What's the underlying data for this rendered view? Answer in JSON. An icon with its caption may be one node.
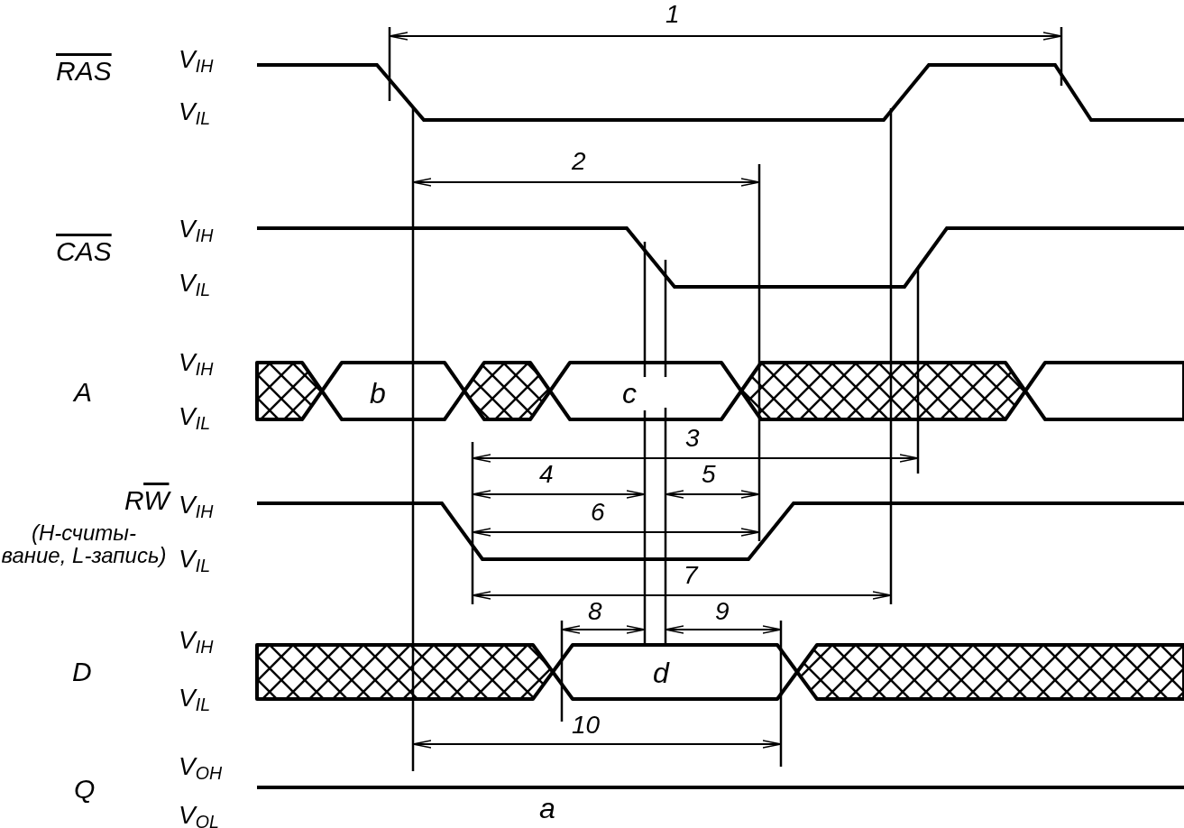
{
  "diagram": {
    "labels": [
      "1",
      "RAS",
      "V$_{IH}$",
      "V$_{IL}$",
      "2",
      "CAS",
      "V$_{IH}$",
      "V$_{IL}$",
      "A",
      "V$_{IH}$",
      "b",
      "c",
      "V$_{IL}$",
      "3",
      "4",
      "5",
      "RW",
      "V$_{IH}$",
      "6",
      "(H-считы- вание, L-запись)",
      "V$_{IL}$",
      "7",
      "8",
      "9",
      "D",
      "V$_{IH}$",
      "d",
      "V$_{IL}$",
      "10",
      "Q",
      "V$_{OH}$",
      "a",
      "V$_{OL}$"
    ]
  }
}
